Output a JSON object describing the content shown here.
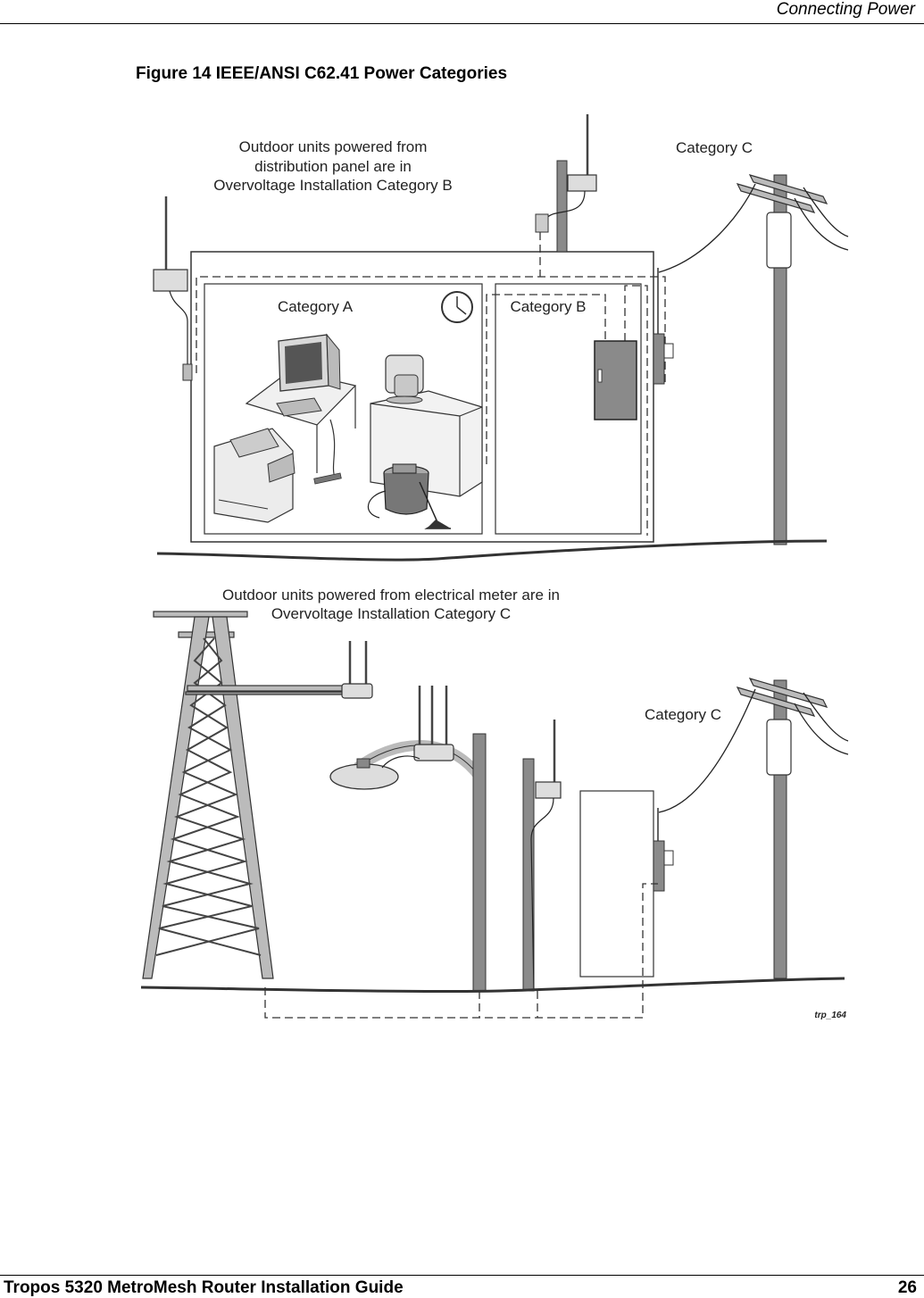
{
  "header": {
    "title": "Connecting Power"
  },
  "figure": {
    "caption": "Figure 14  IEEE/ANSI C62.41 Power Categories",
    "top_note": [
      "Outdoor units powered from",
      "distribution panel are in",
      "Overvoltage Installation Category B"
    ],
    "top_category_c": "Category C",
    "category_a": "Category A",
    "category_b": "Category B",
    "bottom_note": [
      "Outdoor units powered from electrical meter are in",
      "Overvoltage Installation Category C"
    ],
    "bottom_category_c": "Category C",
    "figure_id": "trp_164"
  },
  "footer": {
    "guide_title": "Tropos 5320 MetroMesh Router Installation Guide",
    "page_number": "26"
  }
}
